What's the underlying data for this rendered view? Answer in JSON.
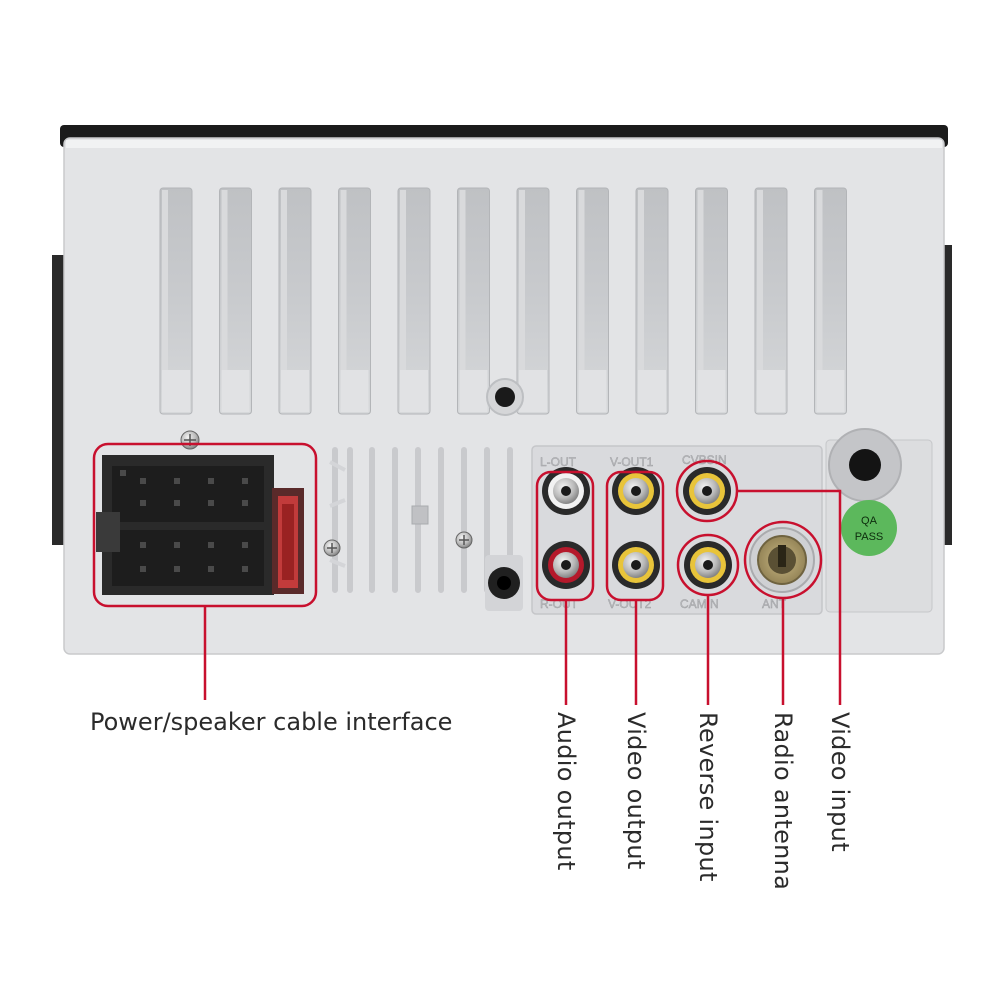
{
  "panel_labels": {
    "l_out": "L-OUT",
    "v_out1": "V-OUT1",
    "cvbs_in": "CVBSIN",
    "r_out": "R-OUT",
    "v_out2": "V-OUT2",
    "cam_in": "CAMIN",
    "ant": "ANT"
  },
  "badge": {
    "line1": "QA",
    "line2": "PASS"
  },
  "callouts": {
    "power": "Power/speaker cable interface",
    "audio_output": "Audio output",
    "video_output": "Video output",
    "reverse_input": "Reverse input",
    "radio_antenna": "Radio antenna",
    "video_input": "Video input"
  },
  "colors": {
    "callout_red": "#c8102e",
    "panel": "#e6e7e9",
    "rca_white": "#f2f2f2",
    "rca_red": "#b5192b",
    "rca_yellow": "#e8c43a",
    "badge_green": "#4caf50"
  }
}
